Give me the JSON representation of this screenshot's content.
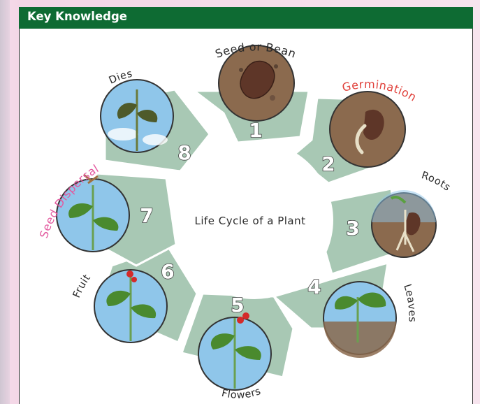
{
  "header": {
    "title": "Key Knowledge"
  },
  "diagram": {
    "center_label": "Life Cycle of a Plant",
    "stages": [
      {
        "number": "1",
        "label": "Seed or Bean",
        "label_color": "#2a2a2a"
      },
      {
        "number": "2",
        "label": "Germination",
        "label_color": "#e0403a"
      },
      {
        "number": "3",
        "label": "Roots",
        "label_color": "#2a2a2a"
      },
      {
        "number": "4",
        "label": "Leaves",
        "label_color": "#2a2a2a"
      },
      {
        "number": "5",
        "label": "Flowers",
        "label_color": "#2a2a2a"
      },
      {
        "number": "6",
        "label": "Fruit",
        "label_color": "#2a2a2a"
      },
      {
        "number": "7",
        "label": "Seed Dispersal",
        "label_color": "#e35a9f"
      },
      {
        "number": "8",
        "label": "Dies",
        "label_color": "#2a2a2a"
      }
    ],
    "colors": {
      "segment_fill": "#a8c8b4",
      "segment_stroke": "#ffffff",
      "soil": "#8b6a4e",
      "sky": "#8fc6ea"
    }
  }
}
